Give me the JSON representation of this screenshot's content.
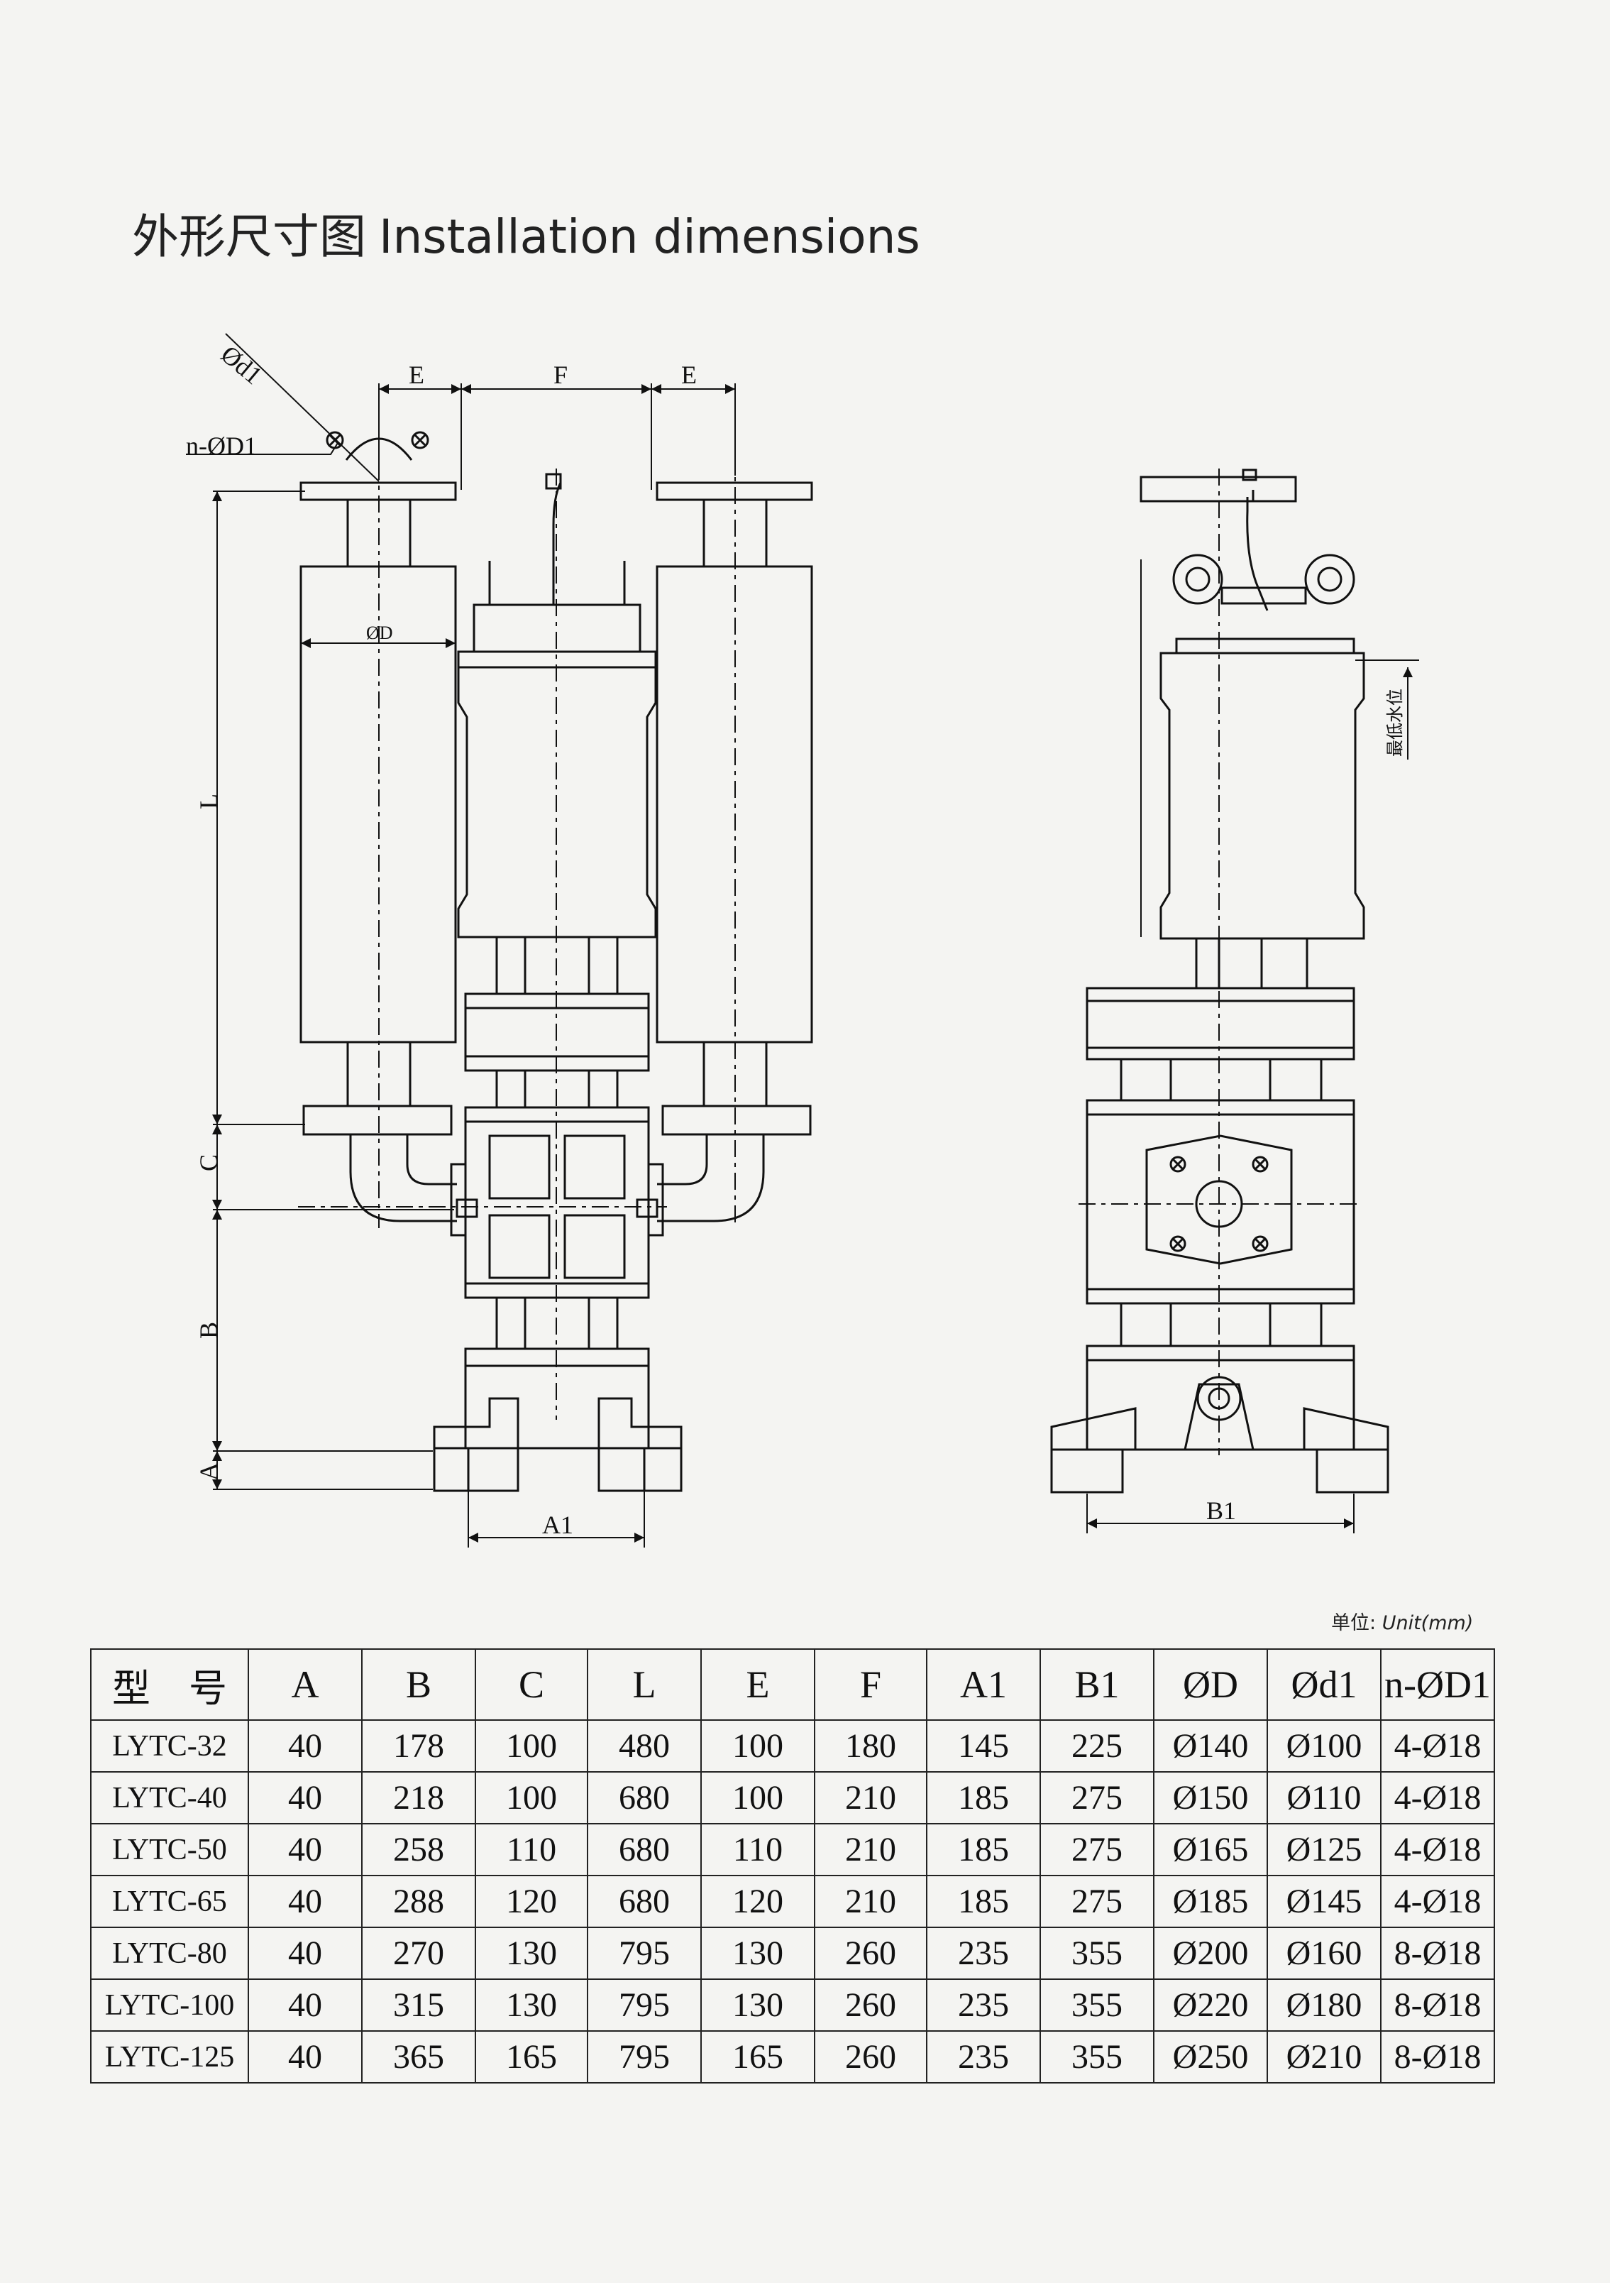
{
  "page": {
    "title_zh": "外形尺寸图",
    "title_en": "Installation dimensions",
    "unit_label_zh": "单位:",
    "unit_label_en": "Unit(mm)"
  },
  "drawing": {
    "labels": {
      "d1": "Ød1",
      "nD1": "n-ØD1",
      "E_left": "E",
      "F": "F",
      "E_right": "E",
      "D": "ØD",
      "L": "L",
      "C": "C",
      "B": "B",
      "A": "A",
      "A1": "A1",
      "B1": "B1",
      "min_water_level": "最低水位"
    }
  },
  "table": {
    "headers": [
      "型　号",
      "A",
      "B",
      "C",
      "L",
      "E",
      "F",
      "A1",
      "B1",
      "ØD",
      "Ød1",
      "n-ØD1"
    ],
    "rows": [
      [
        "LYTC-32",
        "40",
        "178",
        "100",
        "480",
        "100",
        "180",
        "145",
        "225",
        "Ø140",
        "Ø100",
        "4-Ø18"
      ],
      [
        "LYTC-40",
        "40",
        "218",
        "100",
        "680",
        "100",
        "210",
        "185",
        "275",
        "Ø150",
        "Ø110",
        "4-Ø18"
      ],
      [
        "LYTC-50",
        "40",
        "258",
        "110",
        "680",
        "110",
        "210",
        "185",
        "275",
        "Ø165",
        "Ø125",
        "4-Ø18"
      ],
      [
        "LYTC-65",
        "40",
        "288",
        "120",
        "680",
        "120",
        "210",
        "185",
        "275",
        "Ø185",
        "Ø145",
        "4-Ø18"
      ],
      [
        "LYTC-80",
        "40",
        "270",
        "130",
        "795",
        "130",
        "260",
        "235",
        "355",
        "Ø200",
        "Ø160",
        "8-Ø18"
      ],
      [
        "LYTC-100",
        "40",
        "315",
        "130",
        "795",
        "130",
        "260",
        "235",
        "355",
        "Ø220",
        "Ø180",
        "8-Ø18"
      ],
      [
        "LYTC-125",
        "40",
        "365",
        "165",
        "795",
        "165",
        "260",
        "235",
        "355",
        "Ø250",
        "Ø210",
        "8-Ø18"
      ]
    ]
  }
}
